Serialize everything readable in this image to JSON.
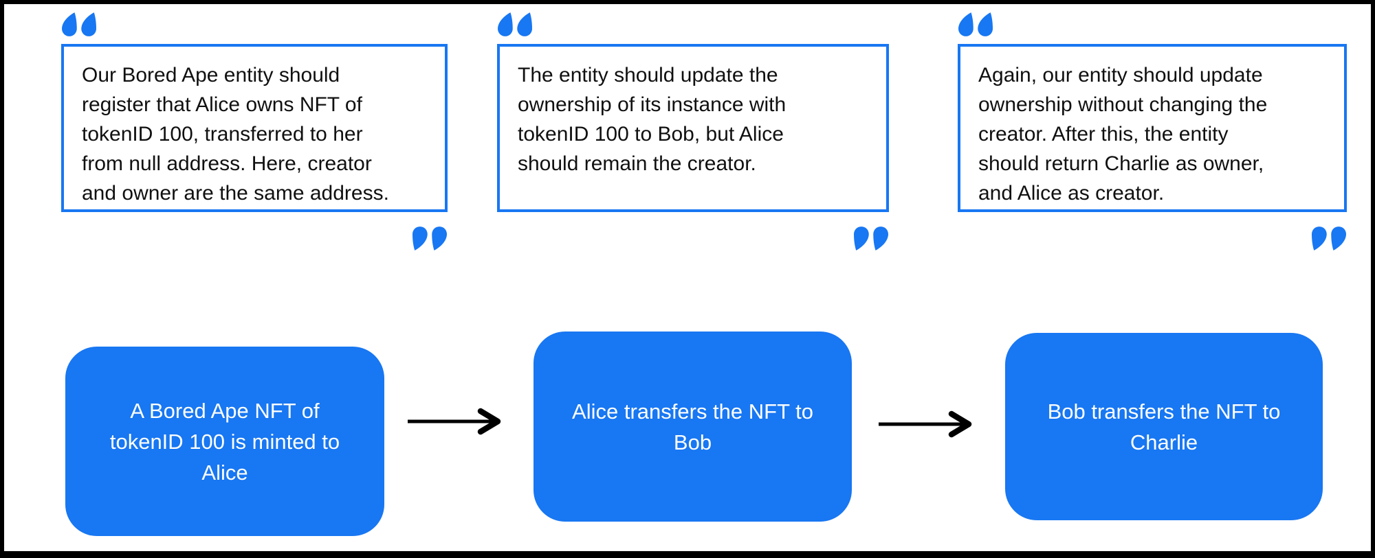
{
  "colors": {
    "accent": "#1877F2",
    "ink": "#000000",
    "background": "#FFFFFF",
    "quote_text": "#101010",
    "step_text": "#FFFFFF"
  },
  "icons": {
    "open_quote": "“",
    "close_quote": "”",
    "arrow_right": "→"
  },
  "quotes": [
    {
      "text": "Our Bored Ape entity should\nregister that Alice owns NFT of\ntokenID 100, transferred to her\nfrom null address. Here, creator\nand owner are the same address."
    },
    {
      "text": "The entity should update the\nownership of its instance with\ntokenID 100 to Bob, but Alice\nshould remain the creator."
    },
    {
      "text": "Again, our entity should update\nownership without changing the\ncreator. After this, the entity\nshould return Charlie as owner,\nand Alice as creator."
    }
  ],
  "flow_steps": [
    {
      "label": "A Bored Ape NFT of\ntokenID 100 is minted to\nAlice"
    },
    {
      "label": "Alice transfers the NFT to\nBob"
    },
    {
      "label": "Bob transfers the NFT to\nCharlie"
    }
  ]
}
